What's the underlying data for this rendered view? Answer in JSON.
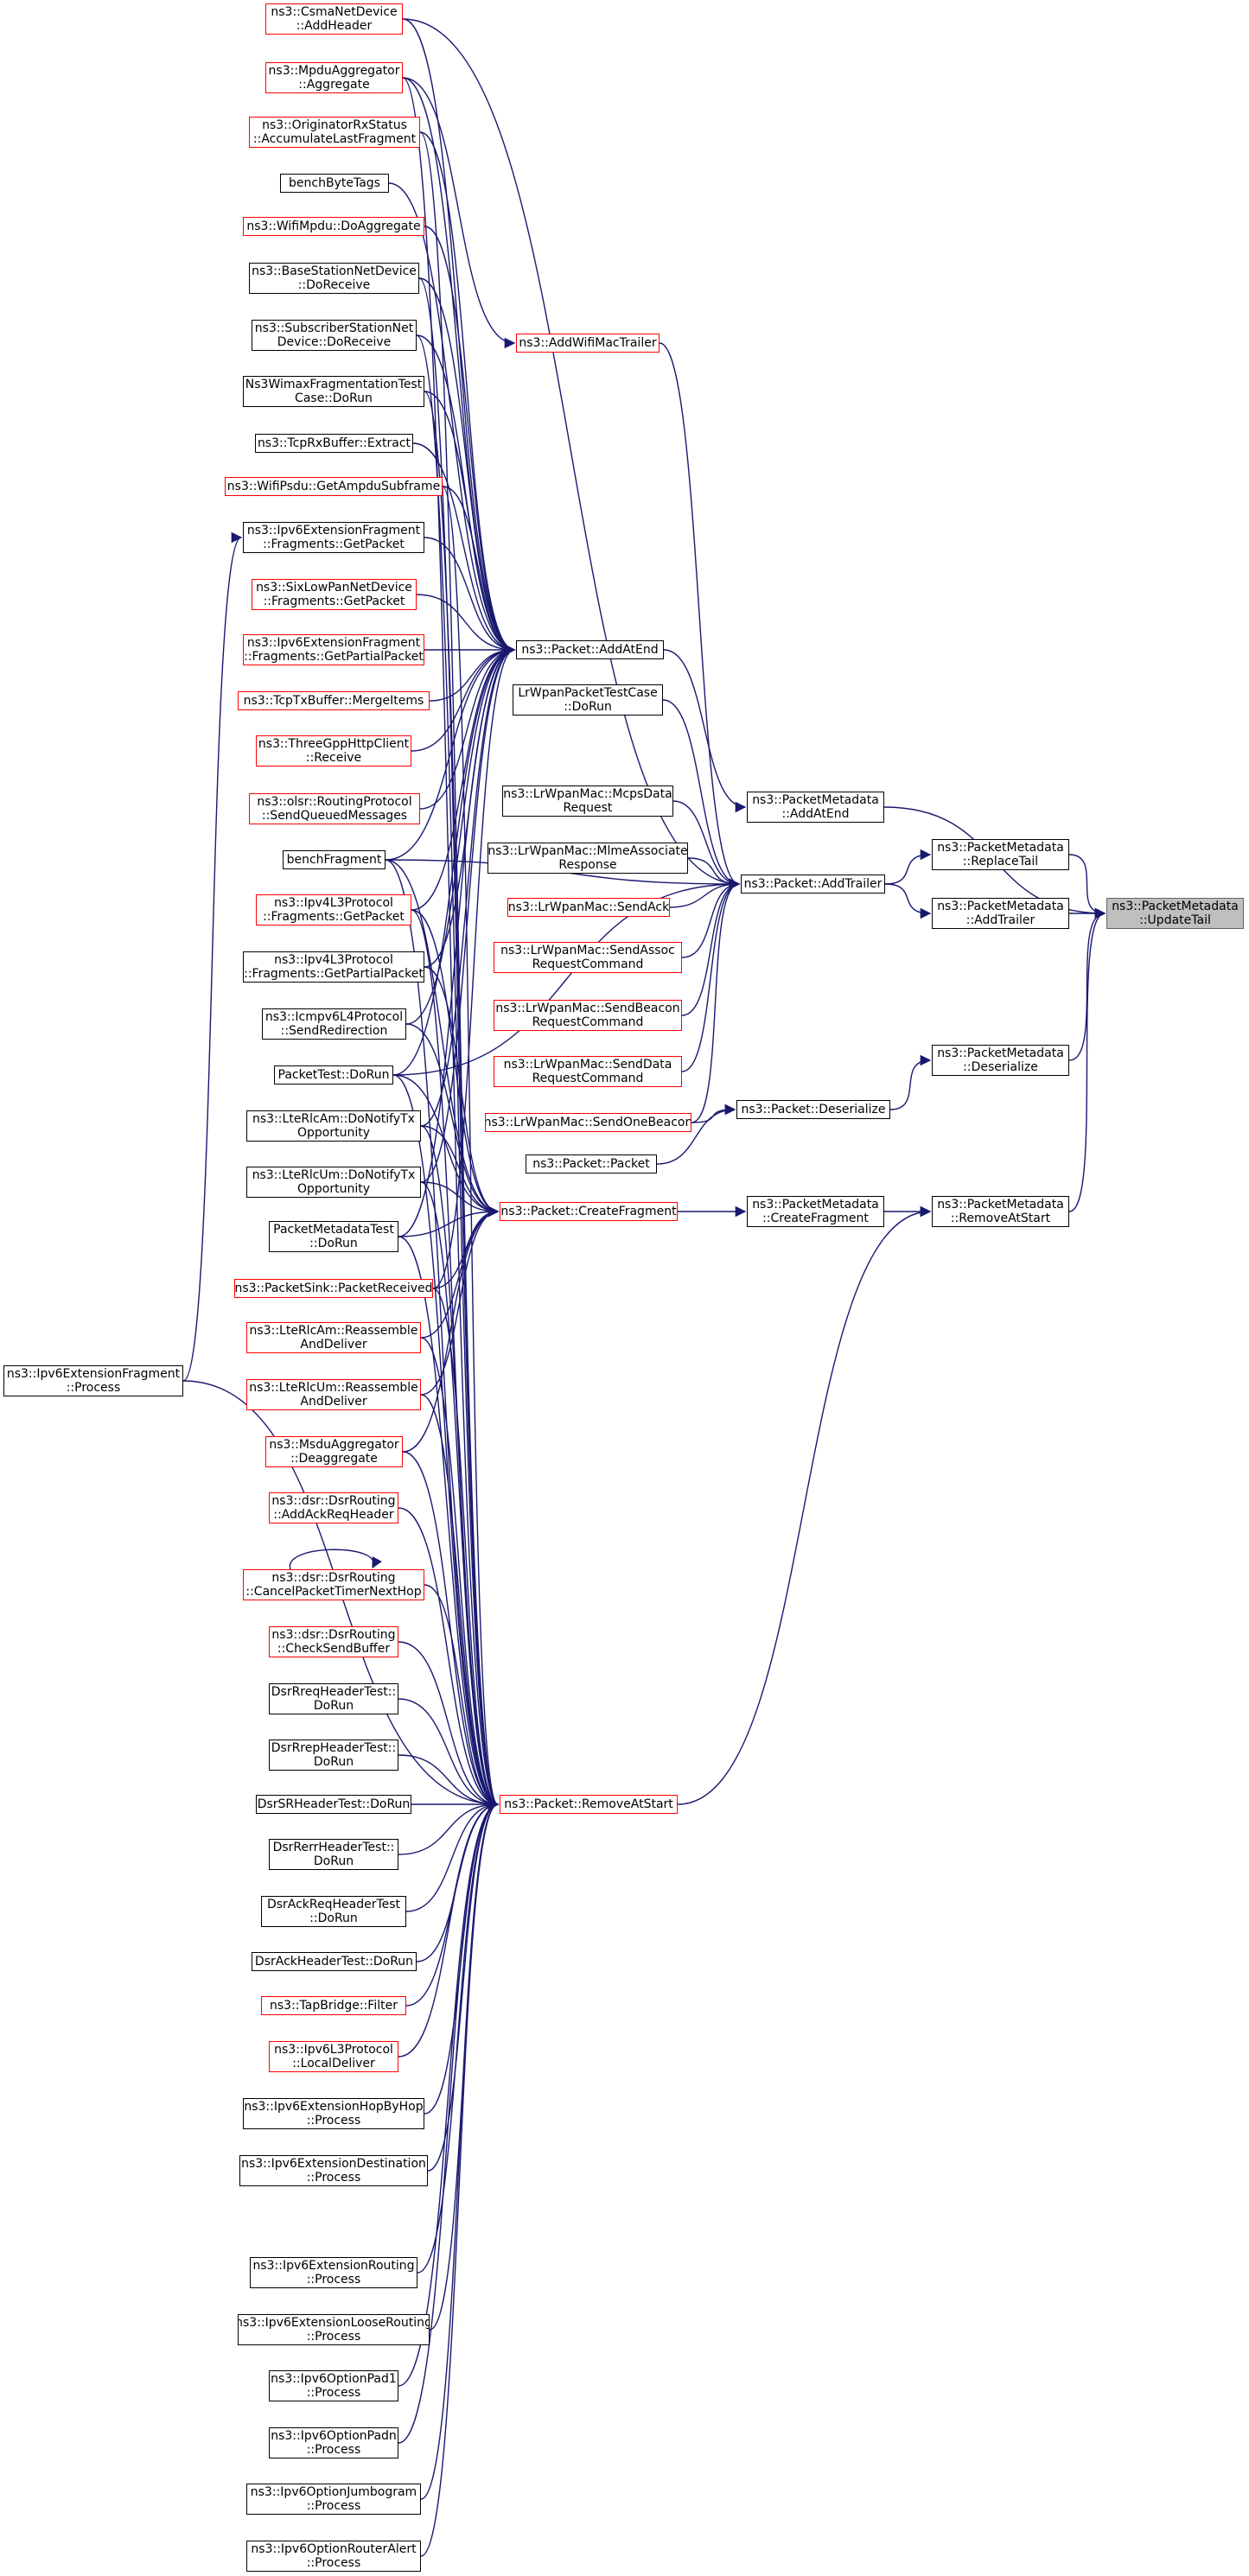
{
  "graph": {
    "root": "ns3::PacketMetadata\n::UpdateTail",
    "colors": {
      "edge": "#191970",
      "incomplete_border": "#ff0000",
      "complete_border": "#000000",
      "root_fill": "#bfbfbf"
    },
    "nodes": {
      "root": {
        "label": "ns3::PacketMetadata\n::UpdateTail",
        "style": "root"
      },
      "pm_addatend": {
        "label": "ns3::PacketMetadata\n::AddAtEnd",
        "style": "black"
      },
      "pm_replacetail": {
        "label": "ns3::PacketMetadata\n::ReplaceTail",
        "style": "black"
      },
      "pm_addtrailer": {
        "label": "ns3::PacketMetadata\n::AddTrailer",
        "style": "black"
      },
      "pm_deserialize": {
        "label": "ns3::PacketMetadata\n::Deserialize",
        "style": "black"
      },
      "pm_removeatstart": {
        "label": "ns3::PacketMetadata\n::RemoveAtStart",
        "style": "black"
      },
      "pm_createfragment": {
        "label": "ns3::PacketMetadata\n::CreateFragment",
        "style": "black"
      },
      "p_deserialize": {
        "label": "ns3::Packet::Deserialize",
        "style": "black"
      },
      "p_packet": {
        "label": "ns3::Packet::Packet",
        "style": "black"
      },
      "p_addatend": {
        "label": "ns3::Packet::AddAtEnd",
        "style": "black"
      },
      "p_addtrailer": {
        "label": "ns3::Packet::AddTrailer",
        "style": "black"
      },
      "p_createfragment": {
        "label": "ns3::Packet::CreateFragment",
        "style": "red"
      },
      "p_removeatstart": {
        "label": "ns3::Packet::RemoveAtStart",
        "style": "red"
      },
      "addwifimactrailer": {
        "label": "ns3::AddWifiMacTrailer",
        "style": "red"
      },
      "lrwpantestcase": {
        "label": "LrWpanPacketTestCase\n::DoRun",
        "style": "black"
      },
      "mcpsdatarequest": {
        "label": "ns3::LrWpanMac::McpsData\nRequest",
        "style": "black"
      },
      "mlmeassociate": {
        "label": "ns3::LrWpanMac::MlmeAssociate\nResponse",
        "style": "black"
      },
      "sendack": {
        "label": "ns3::LrWpanMac::SendAck",
        "style": "red"
      },
      "sendassoc": {
        "label": "ns3::LrWpanMac::SendAssoc\nRequestCommand",
        "style": "red"
      },
      "sendbeacon": {
        "label": "ns3::LrWpanMac::SendBeacon\nRequestCommand",
        "style": "red"
      },
      "senddata": {
        "label": "ns3::LrWpanMac::SendData\nRequestCommand",
        "style": "red"
      },
      "sendonebeacon": {
        "label": "ns3::LrWpanMac::SendOneBeacon",
        "style": "red"
      },
      "csma_addheader": {
        "label": "ns3::CsmaNetDevice\n::AddHeader",
        "style": "red"
      },
      "mpdu_aggregate": {
        "label": "ns3::MpduAggregator\n::Aggregate",
        "style": "red"
      },
      "originator": {
        "label": "ns3::OriginatorRxStatus\n::AccumulateLastFragment",
        "style": "red"
      },
      "benchbytetags": {
        "label": "benchByteTags",
        "style": "black"
      },
      "wifimpdu_doaggregate": {
        "label": "ns3::WifiMpdu::DoAggregate",
        "style": "red"
      },
      "bs_doreceive": {
        "label": "ns3::BaseStationNetDevice\n::DoReceive",
        "style": "black"
      },
      "ss_doreceive": {
        "label": "ns3::SubscriberStationNet\nDevice::DoReceive",
        "style": "black"
      },
      "wimaxfrag": {
        "label": "Ns3WimaxFragmentationTest\nCase::DoRun",
        "style": "black"
      },
      "tcprx_extract": {
        "label": "ns3::TcpRxBuffer::Extract",
        "style": "black"
      },
      "psdu_getampdu": {
        "label": "ns3::WifiPsdu::GetAmpduSubframe",
        "style": "red"
      },
      "ipv6frag_getpacket": {
        "label": "ns3::Ipv6ExtensionFragment\n::Fragments::GetPacket",
        "style": "black"
      },
      "sixlowpan_getpacket": {
        "label": "ns3::SixLowPanNetDevice\n::Fragments::GetPacket",
        "style": "red"
      },
      "ipv6frag_getpartial": {
        "label": "ns3::Ipv6ExtensionFragment\n::Fragments::GetPartialPacket",
        "style": "red"
      },
      "tcptx_mergeitems": {
        "label": "ns3::TcpTxBuffer::MergeItems",
        "style": "red"
      },
      "threegpp_receive": {
        "label": "ns3::ThreeGppHttpClient\n::Receive",
        "style": "red"
      },
      "olsr_sendqueued": {
        "label": "ns3::olsr::RoutingProtocol\n::SendQueuedMessages",
        "style": "red"
      },
      "benchfragment": {
        "label": "benchFragment",
        "style": "black"
      },
      "ipv4l3_getpacket": {
        "label": "ns3::Ipv4L3Protocol\n::Fragments::GetPacket",
        "style": "red"
      },
      "ipv4l3_getpartial": {
        "label": "ns3::Ipv4L3Protocol\n::Fragments::GetPartialPacket",
        "style": "black"
      },
      "icmpv6_sendredirection": {
        "label": "ns3::Icmpv6L4Protocol\n::SendRedirection",
        "style": "black"
      },
      "packettest_dorun": {
        "label": "PacketTest::DoRun",
        "style": "black"
      },
      "lterlcam_donotify": {
        "label": "ns3::LteRlcAm::DoNotifyTx\nOpportunity",
        "style": "black"
      },
      "lterlcum_donotify": {
        "label": "ns3::LteRlcUm::DoNotifyTx\nOpportunity",
        "style": "black"
      },
      "pmtest_dorun": {
        "label": "PacketMetadataTest\n::DoRun",
        "style": "black"
      },
      "packetsink_received": {
        "label": "ns3::PacketSink::PacketReceived",
        "style": "red"
      },
      "lterlcam_reassemble": {
        "label": "ns3::LteRlcAm::Reassemble\nAndDeliver",
        "style": "red"
      },
      "lterlcum_reassemble": {
        "label": "ns3::LteRlcUm::Reassemble\nAndDeliver",
        "style": "red"
      },
      "msdu_deaggregate": {
        "label": "ns3::MsduAggregator\n::Deaggregate",
        "style": "red"
      },
      "dsr_addackreq": {
        "label": "ns3::dsr::DsrRouting\n::AddAckReqHeader",
        "style": "red"
      },
      "dsr_cancelpacket": {
        "label": "ns3::dsr::DsrRouting\n::CancelPacketTimerNextHop",
        "style": "red"
      },
      "dsr_checksend": {
        "label": "ns3::dsr::DsrRouting\n::CheckSendBuffer",
        "style": "red"
      },
      "dsrreq_dorun": {
        "label": "DsrRreqHeaderTest::\nDoRun",
        "style": "black"
      },
      "dsrrep_dorun": {
        "label": "DsrRrepHeaderTest::\nDoRun",
        "style": "black"
      },
      "dsrsr_dorun": {
        "label": "DsrSRHeaderTest::DoRun",
        "style": "black"
      },
      "dsrrerr_dorun": {
        "label": "DsrRerrHeaderTest::\nDoRun",
        "style": "black"
      },
      "dsrackreq_dorun": {
        "label": "DsrAckReqHeaderTest\n::DoRun",
        "style": "black"
      },
      "dsrack_dorun": {
        "label": "DsrAckHeaderTest::DoRun",
        "style": "black"
      },
      "tapbridge_filter": {
        "label": "ns3::TapBridge::Filter",
        "style": "red"
      },
      "ipv6l3_localdeliver": {
        "label": "ns3::Ipv6L3Protocol\n::LocalDeliver",
        "style": "red"
      },
      "ipv6hopbyhop": {
        "label": "ns3::Ipv6ExtensionHopByHop\n::Process",
        "style": "black"
      },
      "ipv6destination": {
        "label": "ns3::Ipv6ExtensionDestination\n::Process",
        "style": "black"
      },
      "ipv6routing": {
        "label": "ns3::Ipv6ExtensionRouting\n::Process",
        "style": "black"
      },
      "ipv6looserouting": {
        "label": "ns3::Ipv6ExtensionLooseRouting\n::Process",
        "style": "black"
      },
      "ipv6pad1": {
        "label": "ns3::Ipv6OptionPad1\n::Process",
        "style": "black"
      },
      "ipv6padn": {
        "label": "ns3::Ipv6OptionPadn\n::Process",
        "style": "black"
      },
      "ipv6jumbogram": {
        "label": "ns3::Ipv6OptionJumbogram\n::Process",
        "style": "black"
      },
      "ipv6routeralert": {
        "label": "ns3::Ipv6OptionRouterAlert\n::Process",
        "style": "black"
      },
      "ipv6frag_process": {
        "label": "ns3::Ipv6ExtensionFragment\n::Process",
        "style": "black"
      }
    },
    "edges": [
      [
        "pm_addatend",
        "root"
      ],
      [
        "pm_replacetail",
        "root"
      ],
      [
        "pm_addtrailer",
        "root"
      ],
      [
        "pm_deserialize",
        "root"
      ],
      [
        "pm_removeatstart",
        "root"
      ],
      [
        "p_addatend",
        "pm_addatend"
      ],
      [
        "p_addtrailer",
        "pm_replacetail"
      ],
      [
        "p_addtrailer",
        "pm_addtrailer"
      ],
      [
        "p_deserialize",
        "pm_deserialize"
      ],
      [
        "pm_createfragment",
        "pm_removeatstart"
      ],
      [
        "p_removeatstart",
        "pm_removeatstart"
      ],
      [
        "p_createfragment",
        "pm_createfragment"
      ],
      [
        "sendonebeacon",
        "p_deserialize"
      ],
      [
        "p_packet",
        "p_deserialize"
      ],
      [
        "addwifimactrailer",
        "p_addtrailer"
      ],
      [
        "lrwpantestcase",
        "p_addtrailer"
      ],
      [
        "mcpsdatarequest",
        "p_addtrailer"
      ],
      [
        "mlmeassociate",
        "p_addtrailer"
      ],
      [
        "sendack",
        "p_addtrailer"
      ],
      [
        "sendassoc",
        "p_addtrailer"
      ],
      [
        "sendbeacon",
        "p_addtrailer"
      ],
      [
        "senddata",
        "p_addtrailer"
      ],
      [
        "sendonebeacon",
        "p_addtrailer"
      ],
      [
        "benchfragment",
        "p_addtrailer"
      ],
      [
        "packettest_dorun",
        "p_addtrailer"
      ],
      [
        "csma_addheader",
        "p_addtrailer"
      ],
      [
        "mpdu_aggregate",
        "addwifimactrailer"
      ],
      [
        "csma_addheader",
        "p_addatend"
      ],
      [
        "mpdu_aggregate",
        "p_addatend"
      ],
      [
        "originator",
        "p_addatend"
      ],
      [
        "benchbytetags",
        "p_addatend"
      ],
      [
        "wifimpdu_doaggregate",
        "p_addatend"
      ],
      [
        "bs_doreceive",
        "p_addatend"
      ],
      [
        "ss_doreceive",
        "p_addatend"
      ],
      [
        "wimaxfrag",
        "p_addatend"
      ],
      [
        "tcprx_extract",
        "p_addatend"
      ],
      [
        "psdu_getampdu",
        "p_addatend"
      ],
      [
        "ipv6frag_getpacket",
        "p_addatend"
      ],
      [
        "sixlowpan_getpacket",
        "p_addatend"
      ],
      [
        "ipv6frag_getpartial",
        "p_addatend"
      ],
      [
        "tcptx_mergeitems",
        "p_addatend"
      ],
      [
        "threegpp_receive",
        "p_addatend"
      ],
      [
        "olsr_sendqueued",
        "p_addatend"
      ],
      [
        "benchfragment",
        "p_addatend"
      ],
      [
        "ipv4l3_getpacket",
        "p_addatend"
      ],
      [
        "ipv4l3_getpartial",
        "p_addatend"
      ],
      [
        "icmpv6_sendredirection",
        "p_addatend"
      ],
      [
        "packettest_dorun",
        "p_addatend"
      ],
      [
        "lterlcam_donotify",
        "p_addatend"
      ],
      [
        "lterlcum_donotify",
        "p_addatend"
      ],
      [
        "pmtest_dorun",
        "p_addatend"
      ],
      [
        "packetsink_received",
        "p_addatend"
      ],
      [
        "ipv4l3_getpacket",
        "p_createfragment"
      ],
      [
        "ipv4l3_getpartial",
        "p_createfragment"
      ],
      [
        "icmpv6_sendredirection",
        "p_createfragment"
      ],
      [
        "packettest_dorun",
        "p_createfragment"
      ],
      [
        "lterlcam_donotify",
        "p_createfragment"
      ],
      [
        "lterlcum_donotify",
        "p_createfragment"
      ],
      [
        "pmtest_dorun",
        "p_createfragment"
      ],
      [
        "packetsink_received",
        "p_createfragment"
      ],
      [
        "lterlcam_reassemble",
        "p_createfragment"
      ],
      [
        "lterlcum_reassemble",
        "p_createfragment"
      ],
      [
        "msdu_deaggregate",
        "p_createfragment"
      ],
      [
        "benchfragment",
        "p_createfragment"
      ],
      [
        "dsr_cancelpacket",
        "dsr_cancelpacket"
      ],
      [
        "mpdu_aggregate",
        "p_removeatstart"
      ],
      [
        "originator",
        "p_removeatstart"
      ],
      [
        "bs_doreceive",
        "p_removeatstart"
      ],
      [
        "ss_doreceive",
        "p_removeatstart"
      ],
      [
        "wimaxfrag",
        "p_removeatstart"
      ],
      [
        "psdu_getampdu",
        "p_removeatstart"
      ],
      [
        "benchfragment",
        "p_removeatstart"
      ],
      [
        "ipv4l3_getpacket",
        "p_removeatstart"
      ],
      [
        "packettest_dorun",
        "p_removeatstart"
      ],
      [
        "lterlcam_donotify",
        "p_removeatstart"
      ],
      [
        "lterlcum_donotify",
        "p_removeatstart"
      ],
      [
        "pmtest_dorun",
        "p_removeatstart"
      ],
      [
        "packetsink_received",
        "p_removeatstart"
      ],
      [
        "lterlcam_reassemble",
        "p_removeatstart"
      ],
      [
        "lterlcum_reassemble",
        "p_removeatstart"
      ],
      [
        "msdu_deaggregate",
        "p_removeatstart"
      ],
      [
        "dsr_addackreq",
        "p_removeatstart"
      ],
      [
        "dsr_cancelpacket",
        "p_removeatstart"
      ],
      [
        "dsr_checksend",
        "p_removeatstart"
      ],
      [
        "dsrreq_dorun",
        "p_removeatstart"
      ],
      [
        "dsrrep_dorun",
        "p_removeatstart"
      ],
      [
        "dsrsr_dorun",
        "p_removeatstart"
      ],
      [
        "dsrrerr_dorun",
        "p_removeatstart"
      ],
      [
        "dsrackreq_dorun",
        "p_removeatstart"
      ],
      [
        "dsrack_dorun",
        "p_removeatstart"
      ],
      [
        "tapbridge_filter",
        "p_removeatstart"
      ],
      [
        "ipv6l3_localdeliver",
        "p_removeatstart"
      ],
      [
        "ipv6hopbyhop",
        "p_removeatstart"
      ],
      [
        "ipv6destination",
        "p_removeatstart"
      ],
      [
        "ipv6routing",
        "p_removeatstart"
      ],
      [
        "ipv6looserouting",
        "p_removeatstart"
      ],
      [
        "ipv6pad1",
        "p_removeatstart"
      ],
      [
        "ipv6padn",
        "p_removeatstart"
      ],
      [
        "ipv6jumbogram",
        "p_removeatstart"
      ],
      [
        "ipv6routeralert",
        "p_removeatstart"
      ],
      [
        "ipv6frag_process",
        "p_removeatstart"
      ],
      [
        "ipv6frag_process",
        "ipv6frag_getpacket"
      ]
    ]
  }
}
